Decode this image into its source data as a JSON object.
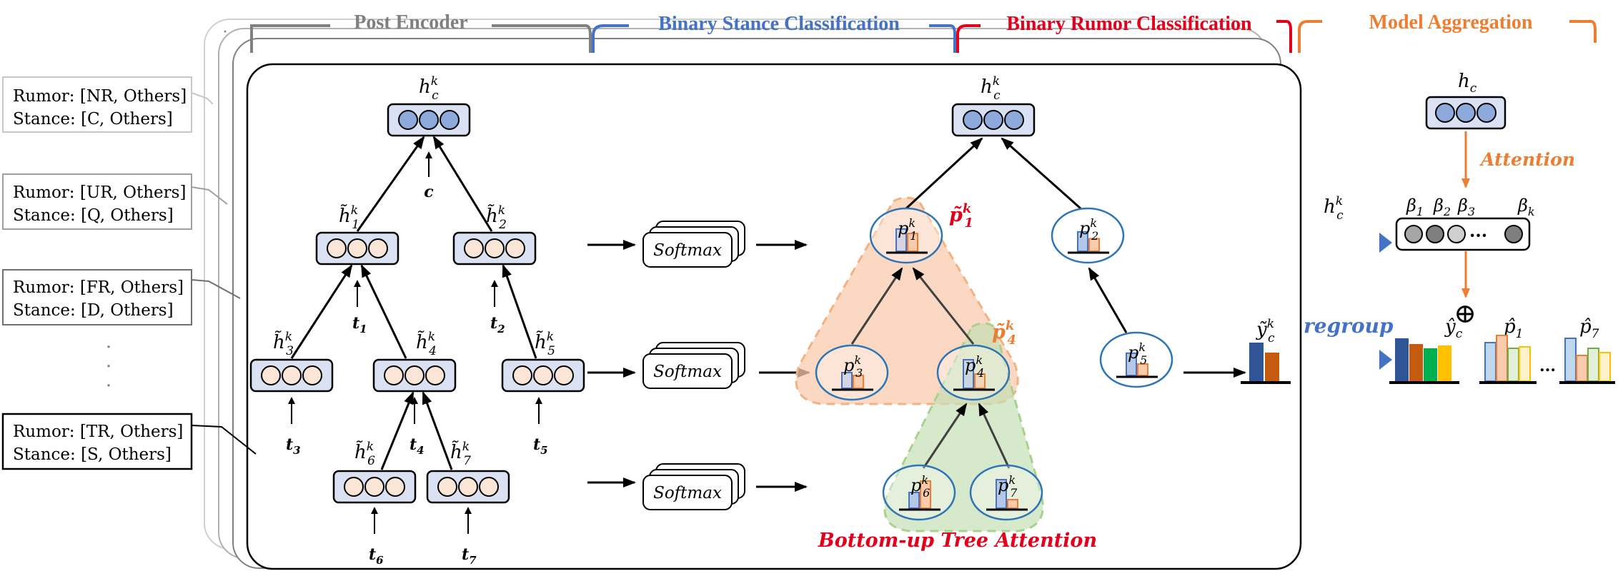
{
  "headers": {
    "post_encoder": "Post Encoder",
    "stance": "Binary Stance Classification",
    "rumor": "Binary Rumor Classification",
    "aggregation": "Model Aggregation"
  },
  "colors": {
    "gray": "#808080",
    "blue": "#4472C4",
    "red": "#E3001B",
    "orange": "#ED7D31",
    "node_blue_fill": "#8EA9DB",
    "node_blue_bg": "#D9E1F2",
    "node_peach_fill": "#FBE5D6",
    "tri_orange": "#F8CBAD",
    "tri_green": "#C5E0B4",
    "bar_blue": "#2F5597",
    "bar_orange": "#C55A11"
  },
  "tasks": [
    {
      "rumor": "Rumor: [NR, Others]",
      "stance": "Stance: [C, Others]"
    },
    {
      "rumor": "Rumor: [UR, Others]",
      "stance": "Stance: [Q, Others]"
    },
    {
      "rumor": "Rumor: [FR, Others]",
      "stance": "Stance: [D, Others]"
    },
    {
      "rumor": "Rumor: [TR, Others]",
      "stance": "Stance: [S, Others]"
    }
  ],
  "dots": "·",
  "encoder": {
    "root": {
      "h": "h",
      "sup": "k",
      "sub": "c"
    },
    "h1": {
      "h": "h̃",
      "sup": "k",
      "sub": "1"
    },
    "h2": {
      "h": "h̃",
      "sup": "k",
      "sub": "2"
    },
    "h3": {
      "h": "h̃",
      "sup": "k",
      "sub": "3"
    },
    "h4": {
      "h": "h̃",
      "sup": "k",
      "sub": "4"
    },
    "h5": {
      "h": "h̃",
      "sup": "k",
      "sub": "5"
    },
    "h6": {
      "h": "h̃",
      "sup": "k",
      "sub": "6"
    },
    "h7": {
      "h": "h̃",
      "sup": "k",
      "sub": "7"
    },
    "inputs": {
      "c": "c",
      "t1": "t",
      "t2": "t",
      "t3": "t",
      "t4": "t",
      "t5": "t",
      "t6": "t",
      "t7": "t"
    },
    "input_subs": {
      "t1": "1",
      "t2": "2",
      "t3": "3",
      "t4": "4",
      "t5": "5",
      "t6": "6",
      "t7": "7"
    }
  },
  "softmax": "Softmax",
  "attention_tree": {
    "root": {
      "h": "h",
      "sup": "k",
      "sub": "c"
    },
    "p1": {
      "p": "p",
      "sup": "k",
      "sub": "1"
    },
    "p2": {
      "p": "p",
      "sup": "k",
      "sub": "2"
    },
    "p3": {
      "p": "p",
      "sup": "k",
      "sub": "3"
    },
    "p4": {
      "p": "p",
      "sup": "k",
      "sub": "4"
    },
    "p5": {
      "p": "p",
      "sup": "k",
      "sub": "5"
    },
    "p6": {
      "p": "p",
      "sup": "k",
      "sub": "6"
    },
    "p7": {
      "p": "p",
      "sup": "k",
      "sub": "7"
    },
    "p1_tilde": {
      "p": "p̃",
      "sup": "k",
      "sub": "1"
    },
    "p4_tilde": {
      "p": "p̃",
      "sup": "k",
      "sub": "4"
    },
    "caption": "Bottom-up Tree Attention",
    "yc": {
      "y": "ỹ",
      "sup": "k",
      "sub": "c"
    }
  },
  "aggregation": {
    "hc": {
      "h": "h",
      "sub": "c"
    },
    "attention_label": "Attention",
    "hck": {
      "h": "h",
      "sup": "k",
      "sub": "c"
    },
    "betas": [
      {
        "b": "β",
        "sub": "1"
      },
      {
        "b": "β",
        "sub": "2"
      },
      {
        "b": "β",
        "sub": "3"
      },
      {
        "b": "β",
        "sub": "k"
      }
    ],
    "ellipsis": "···",
    "regroup": "regroup",
    "oplus": "⊕",
    "yhat": {
      "y": "ŷ",
      "sub": "c"
    },
    "phat1": {
      "p": "p̂",
      "sub": "1"
    },
    "phat7": {
      "p": "p̂",
      "sub": "7"
    },
    "dots": "..."
  }
}
